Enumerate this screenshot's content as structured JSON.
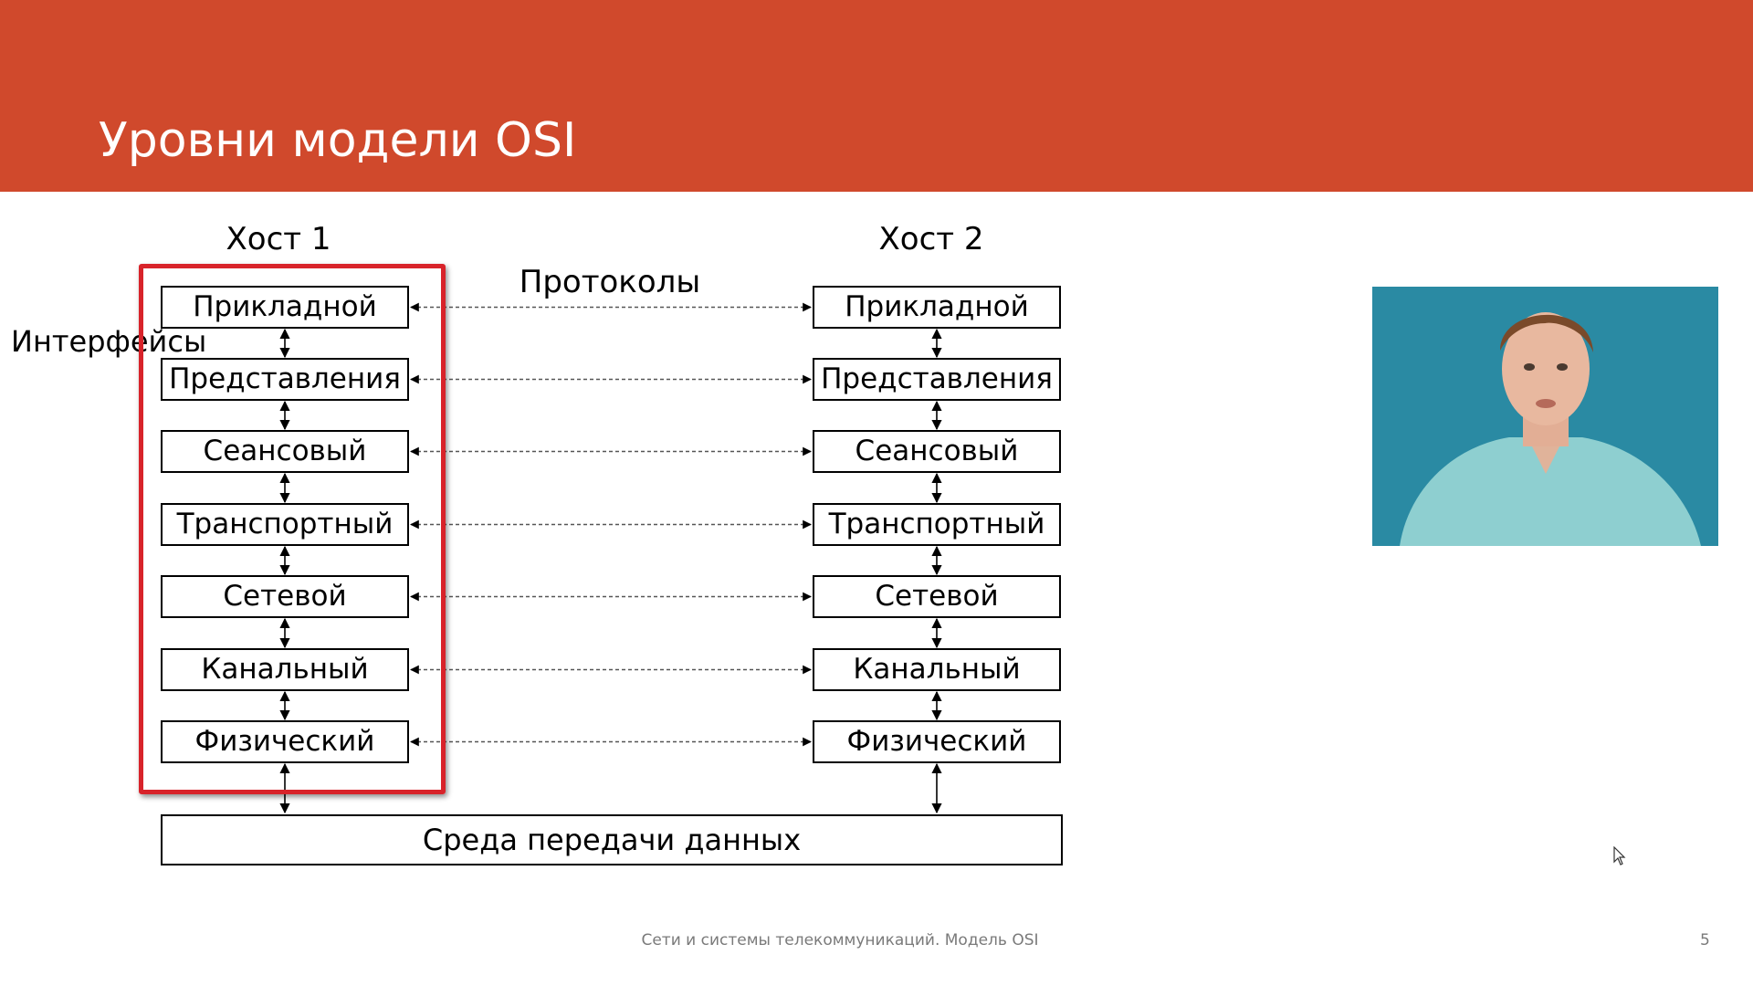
{
  "slide": {
    "title": "Уровни модели OSI",
    "footer": "Сети и системы телекоммуникаций. Модель OSI",
    "page_number": "5"
  },
  "diagram": {
    "host1_label": "Хост 1",
    "host2_label": "Хост 2",
    "protocols_label": "Протоколы",
    "interfaces_label": "Интерфейсы",
    "host1_layers": [
      "Прикладной",
      "Представления",
      "Сеансовый",
      "Транспортный",
      "Сетевой",
      "Канальный",
      "Физический"
    ],
    "host2_layers": [
      "Прикладной",
      "Представления",
      "Сеансовый",
      "Транспортный",
      "Сетевой",
      "Канальный",
      "Физический"
    ],
    "medium_label": "Среда передачи данных",
    "highlight_color": "#d8232a"
  },
  "theme": {
    "header_color": "#d0492c"
  },
  "video": {
    "content": "presenter-video"
  }
}
